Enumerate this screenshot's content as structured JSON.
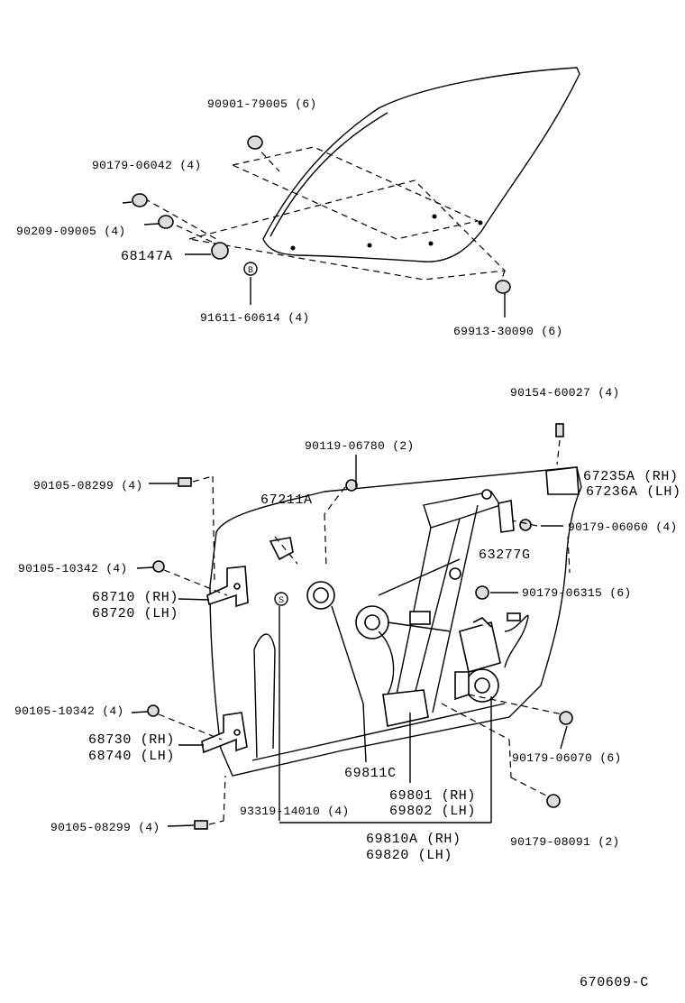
{
  "corner_mark": "- - -",
  "footer_code": "670609-C",
  "circle_marks": {
    "b": "B",
    "s": "S"
  },
  "labels": {
    "p90901": "90901-79005 (6)",
    "p90179_06042": "90179-06042 (4)",
    "p90209": "90209-09005 (4)",
    "p68147": "68147A",
    "p91611": "91611-60614 (4)",
    "p69913": "69913-30090 (6)",
    "p90154": "90154-60027 (4)",
    "p90119": "90119-06780 (2)",
    "p90105_08299_top": "90105-08299 (4)",
    "p67211": "67211A",
    "p67235": "67235A (RH)",
    "p67236": "67236A (LH)",
    "p90179_06060": "90179-06060 (4)",
    "p63277": "63277G",
    "p90105_10342_a": "90105-10342 (4)",
    "p90179_06315": "90179-06315 (6)",
    "p68710": "68710 (RH)",
    "p68720": "68720 (LH)",
    "p90105_10342_b": "90105-10342 (4)",
    "p68730": "68730 (RH)",
    "p68740": "68740 (LH)",
    "p90179_06070": "90179-06070 (6)",
    "p69811": "69811C",
    "p69801": "69801 (RH)",
    "p69802": "69802 (LH)",
    "p93319": "93319-14010 (4)",
    "p90105_08299_bot": "90105-08299 (4)",
    "p90179_08091": "90179-08091 (2)",
    "p69810": "69810A (RH)",
    "p69820": "69820  (LH)"
  }
}
